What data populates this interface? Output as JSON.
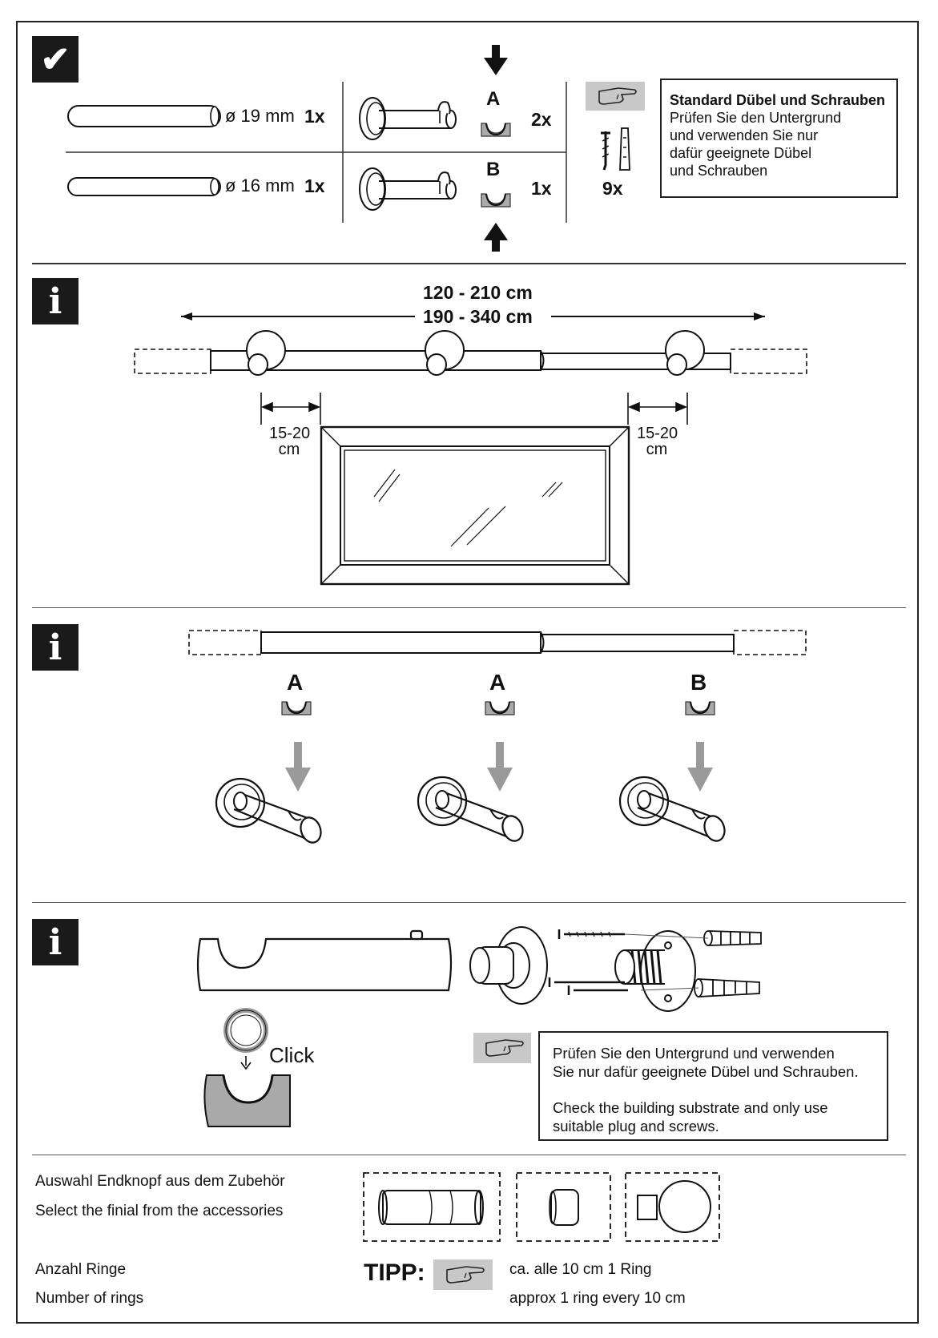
{
  "section_parts": {
    "check_icon": "checkmark-icon",
    "rod1": {
      "diameter": "ø 19 mm",
      "qty": "1x"
    },
    "rod2": {
      "diameter": "ø 16 mm",
      "qty": "1x"
    },
    "bracket_a": {
      "letter": "A",
      "qty": "2x"
    },
    "bracket_b": {
      "letter": "B",
      "qty": "1x"
    },
    "screws_qty": "9x",
    "note_title": "Standard Dübel und Schrauben",
    "note_lines": [
      "Prüfen Sie den Untergrund",
      "und verwenden Sie nur",
      "dafür geeignete Dübel",
      "und Schrauben"
    ]
  },
  "section_measure": {
    "info_icon": "i",
    "range1": "120 - 210 cm",
    "range2": "190 - 340 cm",
    "gap_left": [
      "15-20",
      "cm"
    ],
    "gap_right": [
      "15-20",
      "cm"
    ]
  },
  "section_assembly": {
    "info_icon": "i",
    "labels": [
      "A",
      "A",
      "B"
    ]
  },
  "section_click": {
    "info_icon": "i",
    "click_label": "Click",
    "note_de": [
      "Prüfen Sie den Untergrund und verwenden",
      "Sie nur dafür geeignete Dübel und Schrauben."
    ],
    "note_en": [
      "Check the building substrate and only use",
      "suitable plug and screws."
    ]
  },
  "section_finial": {
    "finial_de": "Auswahl Endknopf aus dem Zubehör",
    "finial_en": "Select the finial from the accessories",
    "rings_de": "Anzahl Ringe",
    "rings_en": "Number of rings",
    "tip_label": "TIPP:",
    "tip_de": "ca. alle 10 cm 1 Ring",
    "tip_en": "approx 1 ring every 10 cm"
  },
  "colors": {
    "ink": "#1a1a1a",
    "gray_box": "#c8c8c8",
    "arrow_gray": "#9a9a9a"
  }
}
